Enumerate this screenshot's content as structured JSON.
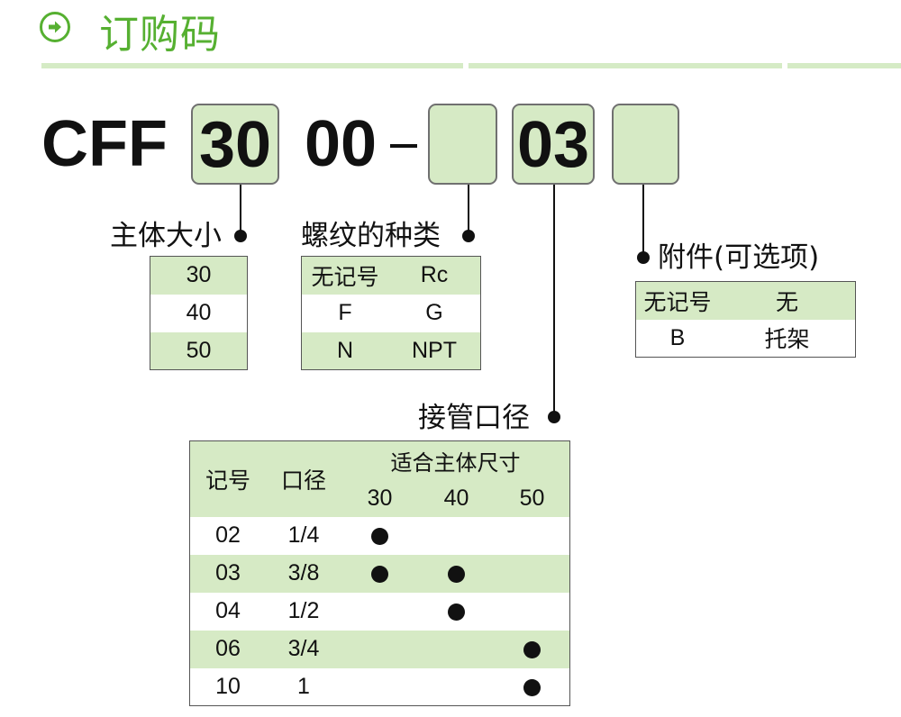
{
  "header": {
    "title": "订购码"
  },
  "code": {
    "prefix": "CFF",
    "size_value": "30",
    "series_value": "00",
    "separator": "–",
    "thread_value": "",
    "port_value": "03",
    "option_value": ""
  },
  "body_size": {
    "label": "主体大小",
    "rows": [
      "30",
      "40",
      "50"
    ]
  },
  "thread_type": {
    "label": "螺纹的种类",
    "rows": [
      [
        "无记号",
        "Rc"
      ],
      [
        "F",
        "G"
      ],
      [
        "N",
        "NPT"
      ]
    ]
  },
  "accessory": {
    "label": "附件(可选项)",
    "rows": [
      [
        "无记号",
        "无"
      ],
      [
        "B",
        "托架"
      ]
    ]
  },
  "port_size": {
    "label": "接管口径",
    "headers": {
      "symbol": "记号",
      "port": "口径",
      "applicable": "适合主体尺寸",
      "sizes": [
        "30",
        "40",
        "50"
      ]
    },
    "rows": [
      {
        "symbol": "02",
        "port": "1/4",
        "fits": [
          true,
          false,
          false
        ]
      },
      {
        "symbol": "03",
        "port": "3/8",
        "fits": [
          true,
          true,
          false
        ]
      },
      {
        "symbol": "04",
        "port": "1/2",
        "fits": [
          false,
          true,
          false
        ]
      },
      {
        "symbol": "06",
        "port": "3/4",
        "fits": [
          false,
          false,
          true
        ]
      },
      {
        "symbol": "10",
        "port": "1",
        "fits": [
          false,
          false,
          true
        ]
      }
    ]
  },
  "colors": {
    "accent": "#56b031",
    "box_fill": "#d6eac5",
    "header_line": "#d5ebc5"
  },
  "icons": {
    "header": "arrow-right-circle-icon",
    "fit_mark": "filled-circle-icon"
  }
}
